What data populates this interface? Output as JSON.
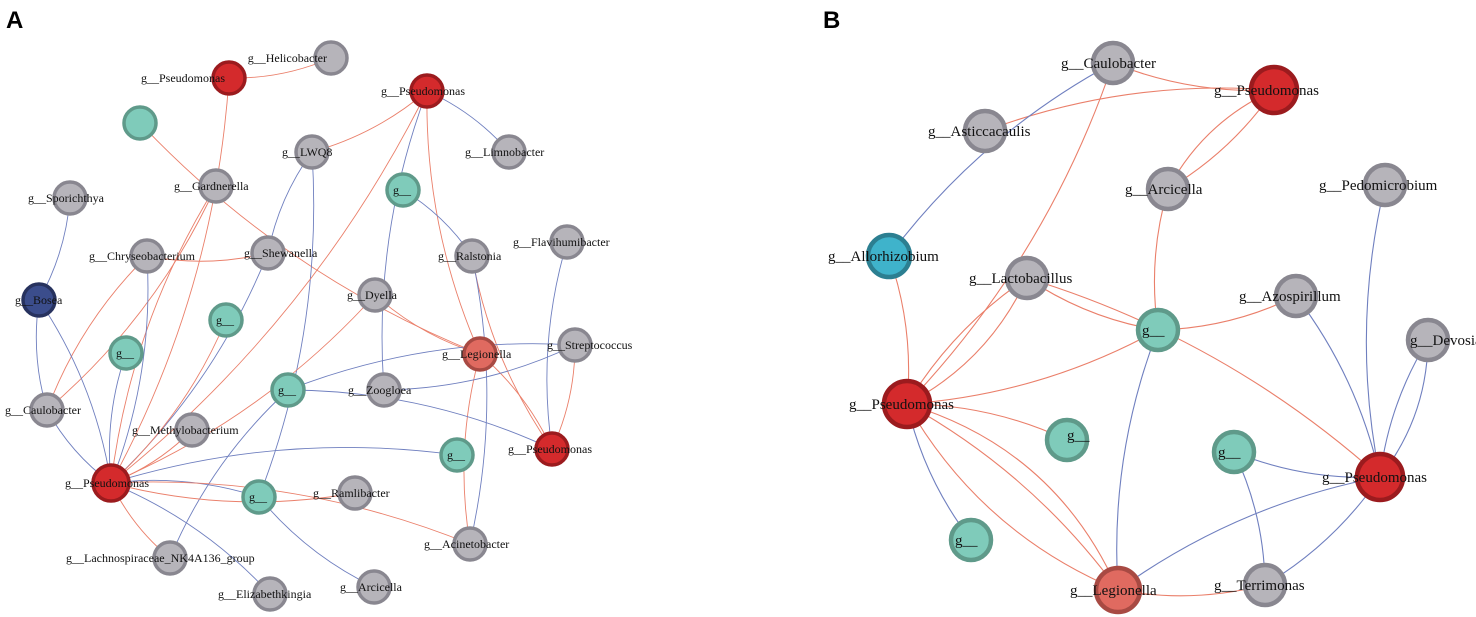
{
  "colors": {
    "gray_fill": "#b6b4ba",
    "gray_stroke": "#898790",
    "teal_fill": "#7fcbba",
    "teal_stroke": "#5f9a8a",
    "red_fill": "#d42a2c",
    "red_stroke": "#9b1b1e",
    "salmon_fill": "#e06a60",
    "salmon_stroke": "#a84a43",
    "navy_fill": "#3b4d8c",
    "navy_stroke": "#27325e",
    "cyan_fill": "#3fb3cb",
    "cyan_stroke": "#2c7f91",
    "pos_edge": "#ea7f6a",
    "neg_edge": "#6f7fbf"
  },
  "panels": [
    {
      "letter": "A",
      "nodes": [
        {
          "id": "a1",
          "label": "g__Helicobacter",
          "type": "gray"
        },
        {
          "id": "a2",
          "label": "g__Pseudomonas",
          "type": "red"
        },
        {
          "id": "a3",
          "label": "g__Pseudomonas",
          "type": "red"
        },
        {
          "id": "a4",
          "label": "",
          "type": "teal"
        },
        {
          "id": "a5",
          "label": "g__LWQ8",
          "type": "gray"
        },
        {
          "id": "a6",
          "label": "g__Limnobacter",
          "type": "gray"
        },
        {
          "id": "a7",
          "label": "g__Gardnerella",
          "type": "gray"
        },
        {
          "id": "a8",
          "label": "g__Sporichthya",
          "type": "gray"
        },
        {
          "id": "a9",
          "label": "g__",
          "type": "teal"
        },
        {
          "id": "a10",
          "label": "g__Chryseobacterium",
          "type": "gray"
        },
        {
          "id": "a11",
          "label": "g__Shewanella",
          "type": "gray"
        },
        {
          "id": "a12",
          "label": "g__Ralstonia",
          "type": "gray"
        },
        {
          "id": "a13",
          "label": "g__Flavihumibacter",
          "type": "gray"
        },
        {
          "id": "a14",
          "label": "g__Bosea",
          "type": "navy"
        },
        {
          "id": "a15",
          "label": "g__Dyella",
          "type": "gray"
        },
        {
          "id": "a16",
          "label": "g__",
          "type": "teal"
        },
        {
          "id": "a17",
          "label": "g__",
          "type": "teal"
        },
        {
          "id": "a18",
          "label": "g__Legionella",
          "type": "salmon"
        },
        {
          "id": "a19",
          "label": "g__Streptococcus",
          "type": "gray"
        },
        {
          "id": "a20",
          "label": "g__",
          "type": "teal"
        },
        {
          "id": "a21",
          "label": "g__Zoogloea",
          "type": "gray"
        },
        {
          "id": "a22",
          "label": "g__Caulobacter",
          "type": "gray"
        },
        {
          "id": "a23",
          "label": "g__Methylobacterium",
          "type": "gray"
        },
        {
          "id": "a24",
          "label": "g__",
          "type": "teal"
        },
        {
          "id": "a25",
          "label": "g__Pseudomonas",
          "type": "red"
        },
        {
          "id": "a26",
          "label": "g__Pseudomonas",
          "type": "red"
        },
        {
          "id": "a27",
          "label": "g__",
          "type": "teal"
        },
        {
          "id": "a28",
          "label": "g__Ramlibacter",
          "type": "gray"
        },
        {
          "id": "a29",
          "label": "g__Lachnospiraceae_NK4A136_group",
          "type": "gray"
        },
        {
          "id": "a30",
          "label": "g__Acinetobacter",
          "type": "gray"
        },
        {
          "id": "a31",
          "label": "g__Elizabethkingia",
          "type": "gray"
        },
        {
          "id": "a32",
          "label": "g__Arcicella",
          "type": "gray"
        }
      ],
      "edges": [
        {
          "s": "a2",
          "t": "a1",
          "sign": "pos"
        },
        {
          "s": "a2",
          "t": "a26",
          "sign": "pos"
        },
        {
          "s": "a4",
          "t": "a18",
          "sign": "pos"
        },
        {
          "s": "a8",
          "t": "a14",
          "sign": "neg"
        },
        {
          "s": "a7",
          "t": "a26",
          "sign": "pos"
        },
        {
          "s": "a7",
          "t": "a22",
          "sign": "pos"
        },
        {
          "s": "a10",
          "t": "a11",
          "sign": "pos"
        },
        {
          "s": "a10",
          "t": "a26",
          "sign": "neg"
        },
        {
          "s": "a10",
          "t": "a22",
          "sign": "pos"
        },
        {
          "s": "a11",
          "t": "a26",
          "sign": "neg"
        },
        {
          "s": "a5",
          "t": "a11",
          "sign": "neg"
        },
        {
          "s": "a5",
          "t": "a27",
          "sign": "neg"
        },
        {
          "s": "a5",
          "t": "a3",
          "sign": "pos"
        },
        {
          "s": "a3",
          "t": "a6",
          "sign": "neg"
        },
        {
          "s": "a3",
          "t": "a18",
          "sign": "pos"
        },
        {
          "s": "a3",
          "t": "a26",
          "sign": "pos"
        },
        {
          "s": "a3",
          "t": "a21",
          "sign": "neg"
        },
        {
          "s": "a9",
          "t": "a12",
          "sign": "neg"
        },
        {
          "s": "a12",
          "t": "a25",
          "sign": "pos"
        },
        {
          "s": "a12",
          "t": "a30",
          "sign": "neg"
        },
        {
          "s": "a13",
          "t": "a25",
          "sign": "neg"
        },
        {
          "s": "a14",
          "t": "a26",
          "sign": "neg"
        },
        {
          "s": "a14",
          "t": "a22",
          "sign": "neg"
        },
        {
          "s": "a15",
          "t": "a26",
          "sign": "pos"
        },
        {
          "s": "a15",
          "t": "a18",
          "sign": "pos"
        },
        {
          "s": "a16",
          "t": "a26",
          "sign": "pos"
        },
        {
          "s": "a17",
          "t": "a26",
          "sign": "neg"
        },
        {
          "s": "a18",
          "t": "a25",
          "sign": "pos"
        },
        {
          "s": "a18",
          "t": "a30",
          "sign": "pos"
        },
        {
          "s": "a19",
          "t": "a25",
          "sign": "pos"
        },
        {
          "s": "a19",
          "t": "a20",
          "sign": "neg"
        },
        {
          "s": "a19",
          "t": "a21",
          "sign": "neg"
        },
        {
          "s": "a20",
          "t": "a29",
          "sign": "neg"
        },
        {
          "s": "a20",
          "t": "a25",
          "sign": "neg"
        },
        {
          "s": "a22",
          "t": "a26",
          "sign": "neg"
        },
        {
          "s": "a23",
          "t": "a26",
          "sign": "pos"
        },
        {
          "s": "a24",
          "t": "a26",
          "sign": "neg"
        },
        {
          "s": "a26",
          "t": "a27",
          "sign": "neg"
        },
        {
          "s": "a26",
          "t": "a28",
          "sign": "pos"
        },
        {
          "s": "a26",
          "t": "a30",
          "sign": "pos"
        },
        {
          "s": "a26",
          "t": "a29",
          "sign": "pos"
        },
        {
          "s": "a26",
          "t": "a31",
          "sign": "neg"
        },
        {
          "s": "a27",
          "t": "a32",
          "sign": "neg"
        }
      ]
    },
    {
      "letter": "B",
      "nodes": [
        {
          "id": "b1",
          "label": "g__Caulobacter",
          "type": "gray"
        },
        {
          "id": "b2",
          "label": "g__Pseudomonas",
          "type": "red"
        },
        {
          "id": "b3",
          "label": "g__Asticcacaulis",
          "type": "gray"
        },
        {
          "id": "b4",
          "label": "g__Arcicella",
          "type": "gray"
        },
        {
          "id": "b5",
          "label": "g__Pedomicrobium",
          "type": "gray"
        },
        {
          "id": "b6",
          "label": "g__Allorhizobium",
          "type": "cyan"
        },
        {
          "id": "b7",
          "label": "g__Lactobacillus",
          "type": "gray"
        },
        {
          "id": "b8",
          "label": "g__Azospirillum",
          "type": "gray"
        },
        {
          "id": "b9",
          "label": "g__",
          "type": "teal"
        },
        {
          "id": "b10",
          "label": "g__Devosia",
          "type": "gray"
        },
        {
          "id": "b11",
          "label": "g__Pseudomonas",
          "type": "red"
        },
        {
          "id": "b12",
          "label": "g__",
          "type": "teal"
        },
        {
          "id": "b13",
          "label": "g__",
          "type": "teal"
        },
        {
          "id": "b14",
          "label": "g__Pseudomonas",
          "type": "red"
        },
        {
          "id": "b15",
          "label": "g__",
          "type": "teal"
        },
        {
          "id": "b16",
          "label": "g__Legionella",
          "type": "salmon"
        },
        {
          "id": "b17",
          "label": "g__Terrimonas",
          "type": "gray"
        }
      ],
      "edges": [
        {
          "s": "b1",
          "t": "b2",
          "sign": "pos"
        },
        {
          "s": "b3",
          "t": "b2",
          "sign": "pos"
        },
        {
          "s": "b1",
          "t": "b6",
          "sign": "neg"
        },
        {
          "s": "b1",
          "t": "b11",
          "sign": "pos"
        },
        {
          "s": "b4",
          "t": "b2",
          "sign": "pos"
        },
        {
          "s": "b4",
          "t": "b2",
          "sign": "pos"
        },
        {
          "s": "b4",
          "t": "b9",
          "sign": "pos"
        },
        {
          "s": "b6",
          "t": "b11",
          "sign": "pos"
        },
        {
          "s": "b7",
          "t": "b11",
          "sign": "pos"
        },
        {
          "s": "b7",
          "t": "b11",
          "sign": "pos"
        },
        {
          "s": "b7",
          "t": "b9",
          "sign": "pos"
        },
        {
          "s": "b7",
          "t": "b14",
          "sign": "pos"
        },
        {
          "s": "b9",
          "t": "b8",
          "sign": "pos"
        },
        {
          "s": "b9",
          "t": "b11",
          "sign": "pos"
        },
        {
          "s": "b9",
          "t": "b16",
          "sign": "neg"
        },
        {
          "s": "b11",
          "t": "b12",
          "sign": "pos"
        },
        {
          "s": "b11",
          "t": "b15",
          "sign": "neg"
        },
        {
          "s": "b11",
          "t": "b16",
          "sign": "pos"
        },
        {
          "s": "b11",
          "t": "b16",
          "sign": "pos"
        },
        {
          "s": "b11",
          "t": "b16",
          "sign": "pos"
        },
        {
          "s": "b5",
          "t": "b14",
          "sign": "neg"
        },
        {
          "s": "b8",
          "t": "b14",
          "sign": "neg"
        },
        {
          "s": "b10",
          "t": "b14",
          "sign": "neg"
        },
        {
          "s": "b10",
          "t": "b14",
          "sign": "neg"
        },
        {
          "s": "b13",
          "t": "b14",
          "sign": "neg"
        },
        {
          "s": "b13",
          "t": "b17",
          "sign": "neg"
        },
        {
          "s": "b14",
          "t": "b16",
          "sign": "neg"
        },
        {
          "s": "b14",
          "t": "b17",
          "sign": "neg"
        },
        {
          "s": "b16",
          "t": "b17",
          "sign": "pos"
        }
      ]
    }
  ]
}
